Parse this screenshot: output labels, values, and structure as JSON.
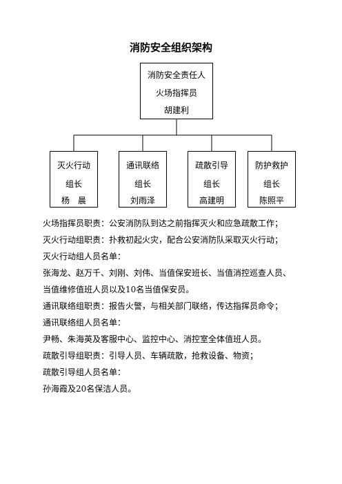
{
  "title": "消防安全组织架构",
  "top_box": {
    "lines": [
      "消防安全责任人",
      "火场指挥员",
      "胡建利"
    ]
  },
  "teams": [
    {
      "name": "灭火行动",
      "role": "组长",
      "leader": "杨　晨"
    },
    {
      "name": "通讯联络",
      "role": "组长",
      "leader": "刘雨泽"
    },
    {
      "name": "疏散引导",
      "role": "组长",
      "leader": "高建明"
    },
    {
      "name": "防护救护",
      "role": "组长",
      "leader": "陈照平"
    }
  ],
  "paragraphs": [
    "火场指挥员职责：公安消防队到达之前指挥灭火和应急疏散工作；",
    "灭火行动组职责：扑救初起火灾，配合公安消防队采取灭火行动；",
    "灭火行动组人员名单：",
    "张海龙、赵万千、刘刚、刘伟、当值保安班长、当值消控巡查人员、",
    "当值维修值班人员以及10名当值保安员。",
    "通讯联络组职责：报告火警，与相关部门联络，传达指挥员命令；",
    "通讯联络组人员名单：",
    "尹畅、朱海英及客服中心、监控中心、消控室全体值班人员。",
    "疏散引导组职责：引导人员、车辆疏散，抢救设备、物资；",
    "疏散引导组人员名单：",
    "孙海霞及20名保洁人员。"
  ]
}
